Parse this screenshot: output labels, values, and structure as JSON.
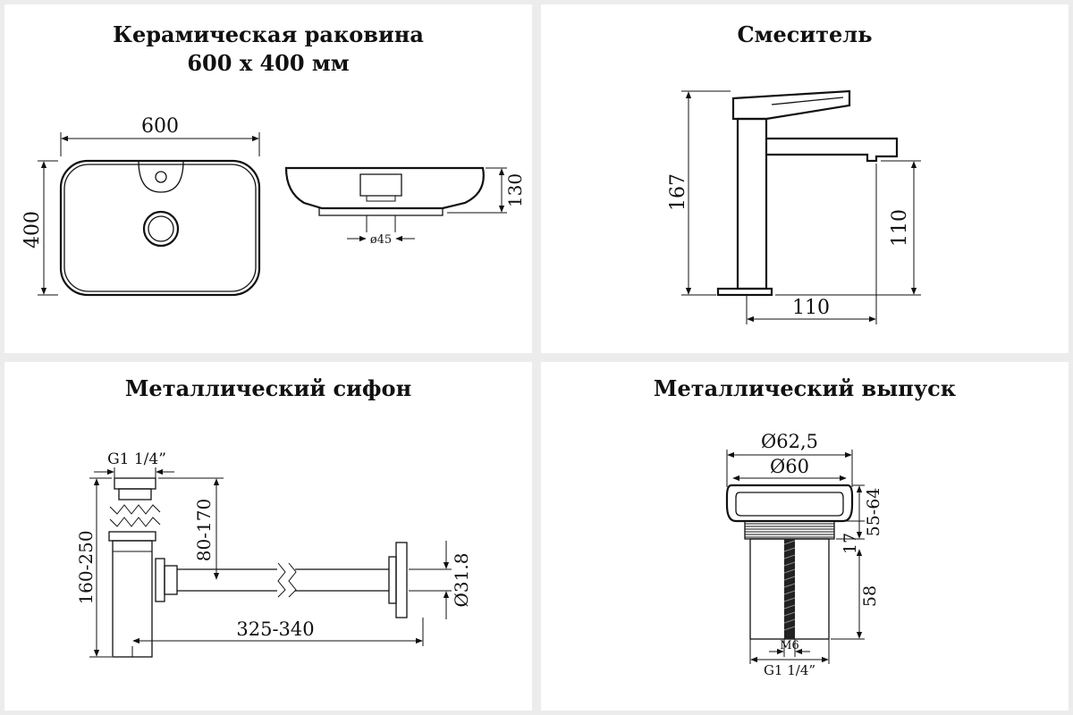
{
  "panels": {
    "sink": {
      "title_line1": "Керамическая раковина",
      "title_line2": "600 x 400 мм",
      "dim_width": "600",
      "dim_depth": "400",
      "dim_height": "130",
      "dim_drain": "ø45"
    },
    "faucet": {
      "title": "Смеситель",
      "dim_height": "167",
      "dim_spout_height": "110",
      "dim_reach": "110"
    },
    "siphon": {
      "title": "Металлический сифон",
      "dim_thread": "G1 1/4”",
      "dim_total_height": "160-250",
      "dim_outlet_height": "80-170",
      "dim_length": "325-340",
      "dim_pipe_diameter": "Ø31.8"
    },
    "drain": {
      "title": "Металлический выпуск",
      "dim_outer": "Ø62,5",
      "dim_inner": "Ø60",
      "dim_range": "55-64",
      "dim_flange": "17",
      "dim_body": "58",
      "dim_screw": "M6",
      "dim_thread": "G1 1/4”"
    }
  }
}
